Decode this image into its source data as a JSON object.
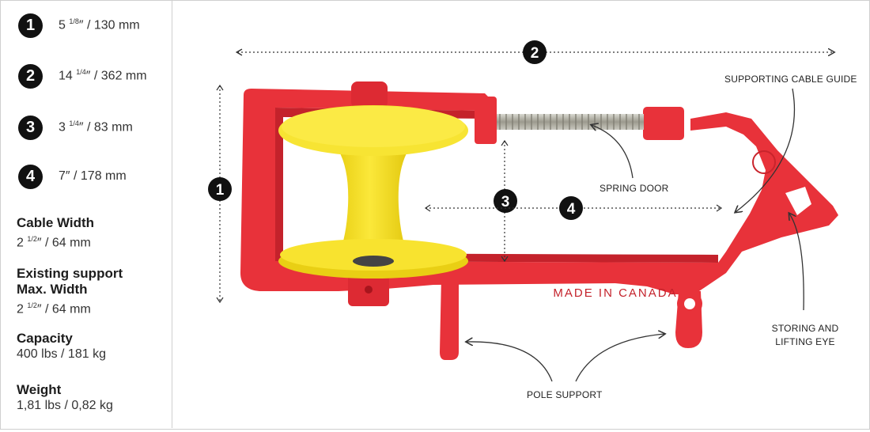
{
  "dimensions": [
    {
      "num": "1",
      "whole": "5",
      "frac": "1/8",
      "rest": "″ / 130 mm"
    },
    {
      "num": "2",
      "whole": "14",
      "frac": "1/4",
      "rest": "″ / 362 mm"
    },
    {
      "num": "3",
      "whole": "3",
      "frac": "1/4",
      "rest": "″ / 83 mm"
    },
    {
      "num": "4",
      "whole": "7",
      "frac": "",
      "rest": "″ / 178 mm"
    }
  ],
  "specs": {
    "cable_width": {
      "label": "Cable Width",
      "whole": "2",
      "frac": "1/2",
      "rest": "″ / 64 mm"
    },
    "existing_support": {
      "label1": "Existing support",
      "label2": "Max. Width",
      "whole": "2",
      "frac": "1/2",
      "rest": "″ / 64 mm"
    },
    "capacity": {
      "label": "Capacity",
      "value": "400 lbs / 181 kg"
    },
    "weight": {
      "label": "Weight",
      "value": "1,81 lbs / 0,82 kg"
    }
  },
  "callouts": {
    "supporting_cable_guide": "SUPPORTING CABLE GUIDE",
    "spring_door": "SPRING DOOR",
    "storing_line1": "STORING AND",
    "storing_line2": "LIFTING EYE",
    "pole_support": "POLE SUPPORT"
  },
  "markers": {
    "m1": "1",
    "m2": "2",
    "m3": "3",
    "m4": "4"
  },
  "embossed": {
    "made_in": "MADE IN CANADA"
  },
  "colors": {
    "body_red": "#e8323a",
    "roller_yellow": "#f6e12b",
    "badge": "#111111"
  }
}
